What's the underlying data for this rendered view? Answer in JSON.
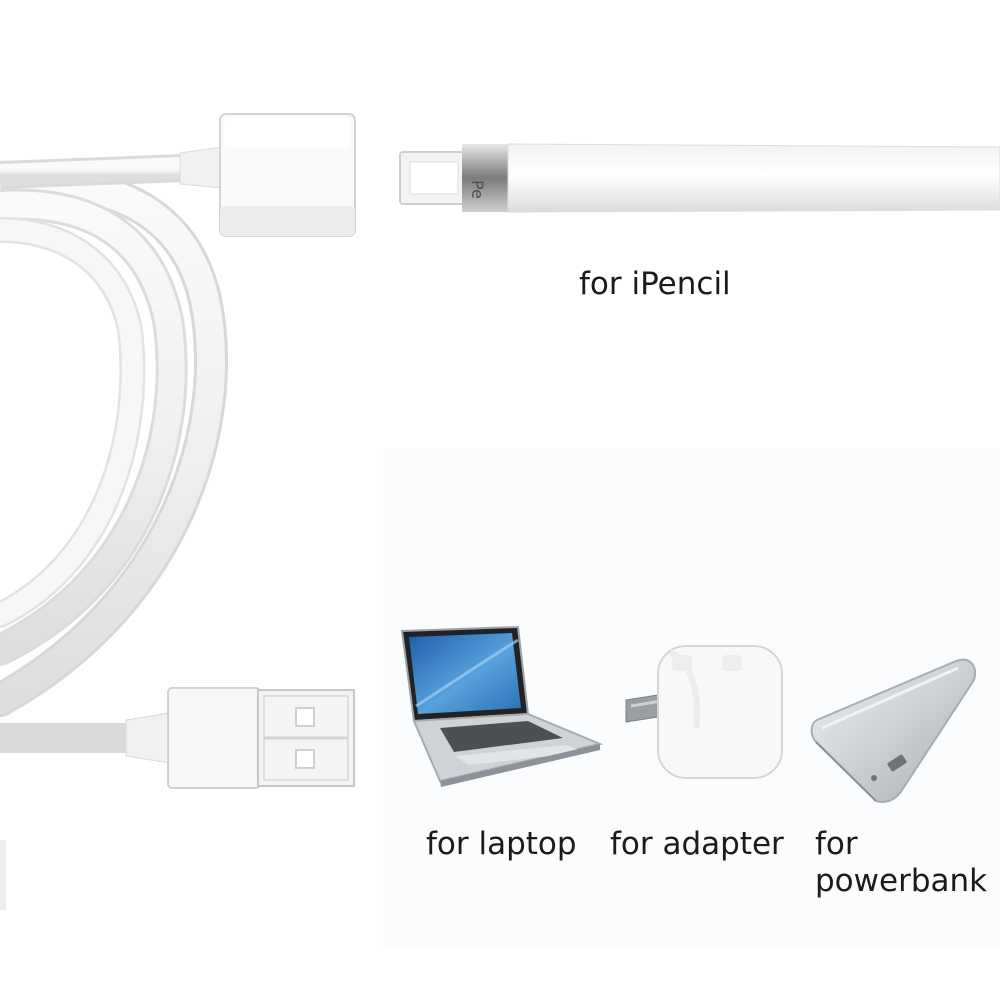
{
  "captions": {
    "pencil": "for iPencil",
    "laptop": "for laptop",
    "adapter": "for adapter",
    "powerbank": "for powerbank"
  },
  "colors": {
    "background": "#ffffff",
    "cable_white": "#f6f6f6",
    "cable_shadow": "#d9d9d9",
    "laptop_screen": "#2f77bf",
    "powerbank_silver": "#cfd1d4",
    "text": "#1b1b1b"
  }
}
